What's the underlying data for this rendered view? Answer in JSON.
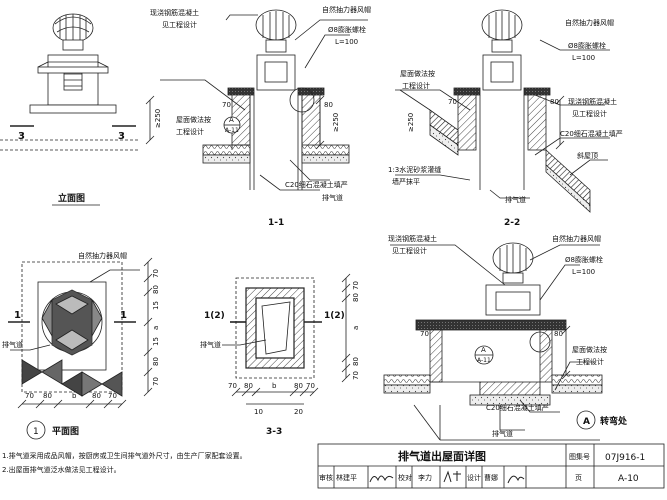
{
  "labels": {
    "view1_roof": "现浇钢筋混凝土",
    "view1_roof2": "见工程设计",
    "ventilator_hood_1": "自然抽力器风帽",
    "bolt_1": "Ø8膨胀螺栓",
    "bolt_len_1": "L=100",
    "waterproof_1a": "屋面做法按",
    "waterproof_1b": "工程设计",
    "fill_1": "C20细石混凝土填严",
    "exhaust_1": "排气道",
    "ventilator_hood_2": "自然抽力器风帽",
    "bolt_2": "Ø8膨胀螺栓",
    "bolt_len_2": "L=100",
    "waterproof_2a": "屋面做法按",
    "waterproof_2b": "工程设计",
    "roof_2a": "现浇钢筋混凝土",
    "roof_2b": "见工程设计",
    "fill_2": "C20细石混凝土填严",
    "slope_roof": "斜屋顶",
    "mortar_a": "1:3水泥砂浆灌缝",
    "mortar_b": "墙严抹平",
    "exhaust_2": "排气道",
    "ventilator_hood_3": "自然抽力器风帽",
    "exhaust_3": "排气道",
    "exhaust_4": "排气道",
    "roof_3a": "现浇钢筋混凝土",
    "roof_3b": "见工程设计",
    "ventilator_hood_4": "自然抽力器风帽",
    "bolt_4": "Ø8膨胀螺栓",
    "bolt_len_4": "L=100",
    "waterproof_4a": "屋面做法按",
    "waterproof_4b": "工程设计",
    "fill_4": "C20细石混凝土填严",
    "exhaust_5": "排气道",
    "detail_ref": "A",
    "detail_sheet": "A-11"
  },
  "captions": {
    "elevation": "立面图",
    "section_1": "1-1",
    "section_2": "2-2",
    "plan": "平面图",
    "section_3": "3-3",
    "corner": "转弯处",
    "corner_mark": "A",
    "plan_mark": "1"
  },
  "section_marks": {
    "three_a": "3",
    "three_b": "3",
    "one_a": "1",
    "one_b": "1",
    "one_paren_a": "1(2)",
    "one_paren_b": "1(2)"
  },
  "dims": {
    "h250_a": "≥250",
    "h250_b": "≥250",
    "h250_c": "≥250",
    "d70_a": "70",
    "d80_a": "80",
    "d70_b": "70",
    "d80_b": "80",
    "d70_c": "70",
    "d80_c": "80",
    "plan_70a": "70",
    "plan_80a": "80",
    "plan_15a": "15",
    "plan_a": "a",
    "plan_15b": "15",
    "plan_80b": "80",
    "plan_70b": "70",
    "plan_bot_70a": "70",
    "plan_bot_80a": "80",
    "plan_bot_b": "b",
    "plan_bot_80b": "80",
    "plan_bot_70b": "70",
    "s33_70a": "70",
    "s33_80a": "80",
    "s33_a": "a",
    "s33_80b": "80",
    "s33_70b": "70",
    "s33_bot_70a": "70",
    "s33_bot_80": "80",
    "s33_bot_b": "b",
    "s33_bot_80b": "80",
    "s33_bot_70b": "70",
    "s33_10": "10",
    "s33_20": "20"
  },
  "notes": {
    "n1": "1.排气道采用成品风帽，按厨房或卫生间排气道外尺寸，由生产厂家配套设置。",
    "n2": "2.出屋面排气道泛水做法见工程设计。"
  },
  "title_block": {
    "title": "排气道出屋面详图",
    "atlas_label": "图集号",
    "atlas_no": "07J916-1",
    "review_label": "审核",
    "review_name": "林建平",
    "check_label": "校对",
    "check_name": "李力",
    "design_label": "设计",
    "design_name": "曹娜",
    "page_label": "页",
    "page_no": "A-10"
  }
}
